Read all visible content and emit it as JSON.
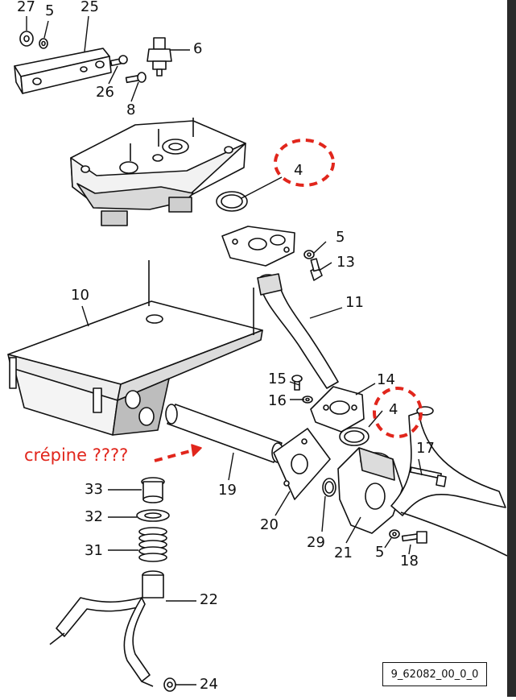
{
  "callouts": {
    "c27": "27",
    "c5a": "5",
    "c25": "25",
    "c6": "6",
    "c26": "26",
    "c8": "8",
    "c4a": "4",
    "c5b": "5",
    "c13": "13",
    "c10": "10",
    "c11": "11",
    "c15": "15",
    "c14": "14",
    "c16": "16",
    "c4b": "4",
    "c17": "17",
    "c19": "19",
    "c33": "33",
    "c32": "32",
    "c31": "31",
    "c20": "20",
    "c29": "29",
    "c21": "21",
    "c5c": "5",
    "c18": "18",
    "c22": "22",
    "c24": "24"
  },
  "annotation": {
    "text": "crépine ????",
    "color": "#e1261c"
  },
  "reference": "9_62082_00_0_0",
  "colors": {
    "line": "#111111",
    "part_fill": "#ffffff",
    "shade": "#bdbdbd",
    "annotation": "#e1261c"
  }
}
